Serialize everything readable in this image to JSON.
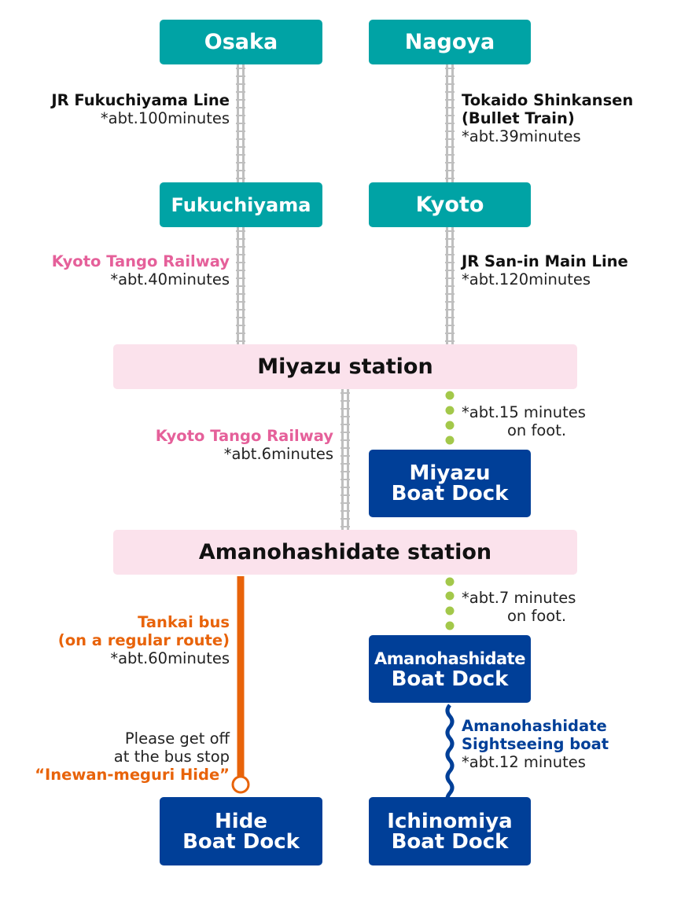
{
  "stations": {
    "osaka": "Osaka",
    "nagoya": "Nagoya",
    "fukuchiyama": "Fukuchiyama",
    "kyoto": "Kyoto",
    "miyazu_station": "Miyazu station",
    "amanohashidate_station": "Amanohashidate station"
  },
  "docks": {
    "miyazu": [
      "Miyazu",
      "Boat Dock"
    ],
    "amanohashidate": [
      "Amanohashidate",
      "Boat Dock"
    ],
    "hide": [
      "Hide",
      "Boat Dock"
    ],
    "ichinomiya": [
      "Ichinomiya",
      "Boat Dock"
    ]
  },
  "routes": {
    "osaka_fukuchiyama": {
      "line": "JR Fukuchiyama Line",
      "time": "*abt.100minutes"
    },
    "nagoya_kyoto": {
      "line": [
        "Tokaido Shinkansen",
        "(Bullet Train)"
      ],
      "time": "*abt.39minutes"
    },
    "fukuchiyama_miyazu": {
      "line": "Kyoto Tango Railway",
      "time": "*abt.40minutes"
    },
    "kyoto_miyazu": {
      "line": "JR San-in Main Line",
      "time": "*abt.120minutes"
    },
    "miyazu_amanohashidate": {
      "line": "Kyoto Tango Railway",
      "time": "*abt.6minutes"
    },
    "miyazu_walk": {
      "time": "*abt.15 minutes",
      "note": "on foot."
    },
    "amanohashidate_walk": {
      "time": "*abt.7 minutes",
      "note": "on foot."
    },
    "bus": {
      "line": [
        "Tankai bus",
        "(on a regular route)"
      ],
      "time": "*abt.60minutes"
    },
    "bus_stop": {
      "text": [
        "Please get off",
        "at the bus stop"
      ],
      "stop": "“Inewan-meguri Hide”"
    },
    "boat": {
      "line": [
        "Amanohashidate",
        "Sightseeing boat"
      ],
      "time": "*abt.12 minutes"
    }
  },
  "colors": {
    "teal": "#00a3a5",
    "navy": "#003f98",
    "pink_band": "#fbe2ec",
    "pink_text": "#e5609a",
    "orange": "#e8630a",
    "green_dots": "#a3c84a",
    "rail": "#bfbfbf"
  }
}
